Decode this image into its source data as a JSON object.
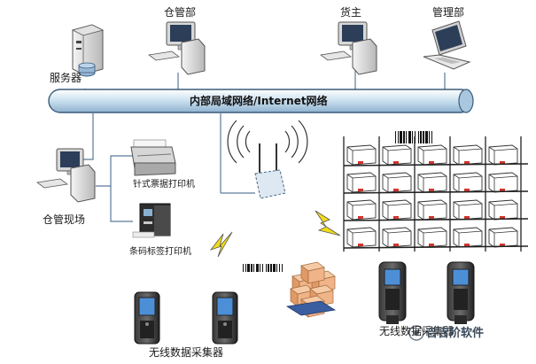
{
  "network": {
    "bus_label": "内部局域网络/Internet网络"
  },
  "nodes": {
    "server": "服务器",
    "warehouse": "仓管部",
    "cargo_owner": "货主",
    "management": "管理部",
    "site": "仓管现场",
    "dot_printer": "针式票据打印机",
    "barcode_printer": "条码标签打印机",
    "wireless_collector_left": "无线数据采集器",
    "wireless_collector_right": "无线数据采集器"
  },
  "watermark": "吉吉阶软件",
  "colors": {
    "bus_fill": "#cfe3f1",
    "bus_stroke": "#3a5b7a",
    "line": "#5a7a9a",
    "lightning": "#f2dc1a",
    "carton": "#f0b488"
  }
}
